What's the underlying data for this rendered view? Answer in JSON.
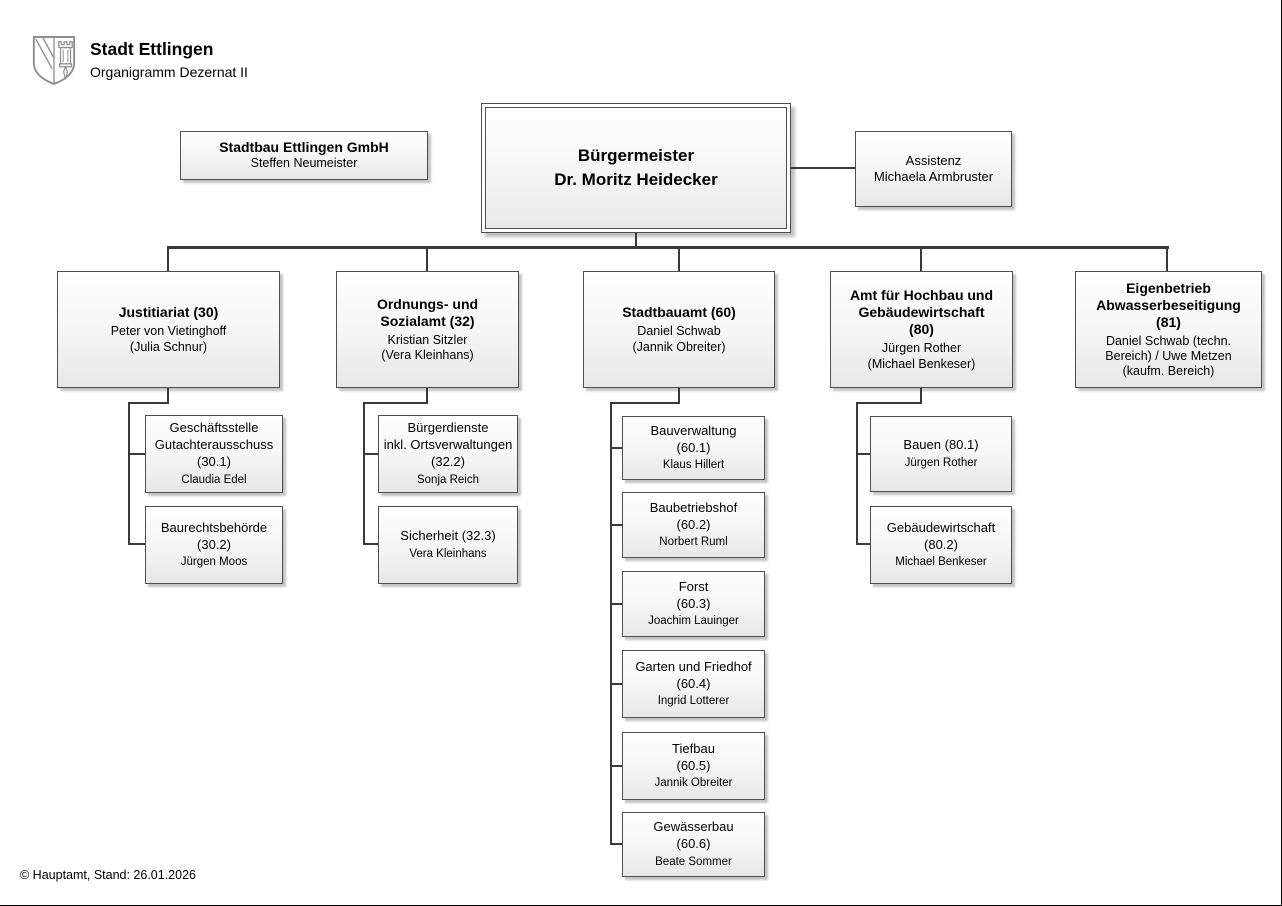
{
  "header": {
    "title": "Stadt Ettlingen",
    "subtitle": "Organigramm Dezernat II",
    "logo_icon": "ettlingen-coat-of-arms"
  },
  "top": {
    "stadtbau": {
      "title": "Stadtbau Ettlingen GmbH",
      "person": "Steffen Neumeister"
    },
    "buergermeister": {
      "text": "Bürgermeister\nDr. Moritz Heidecker"
    },
    "assistenz": {
      "text": "Assistenz\nMichaela Armbruster"
    }
  },
  "departments": [
    {
      "title": "Justitiariat (30)",
      "person": "Peter von Vietinghoff\n(Julia Schnur)",
      "children": [
        {
          "title": "Geschäftsstelle\nGutachterausschuss\n(30.1)",
          "person": "Claudia Edel"
        },
        {
          "title": "Baurechtsbehörde\n(30.2)",
          "person": "Jürgen Moos"
        }
      ]
    },
    {
      "title": "Ordnungs- und\nSozialamt (32)",
      "person": "Kristian Sitzler\n(Vera Kleinhans)",
      "children": [
        {
          "title": "Bürgerdienste\ninkl. Ortsverwaltungen\n(32.2)",
          "person": "Sonja Reich"
        },
        {
          "title": "Sicherheit (32.3)",
          "person": "Vera Kleinhans"
        }
      ]
    },
    {
      "title": "Stadtbauamt (60)",
      "person": "Daniel Schwab\n(Jannik Obreiter)",
      "children": [
        {
          "title": "Bauverwaltung\n(60.1)",
          "person": "Klaus Hillert"
        },
        {
          "title": "Baubetriebshof\n(60.2)",
          "person": "Norbert Ruml"
        },
        {
          "title": "Forst\n(60.3)",
          "person": "Joachim Lauinger"
        },
        {
          "title": "Garten und Friedhof\n(60.4)",
          "person": "Ingrid Lotterer"
        },
        {
          "title": "Tiefbau\n(60.5)",
          "person": "Jannik Obreiter"
        },
        {
          "title": "Gewässerbau\n(60.6)",
          "person": "Beate Sommer"
        }
      ]
    },
    {
      "title": "Amt für Hochbau und\nGebäudewirtschaft\n(80)",
      "person": "Jürgen Rother\n(Michael Benkeser)",
      "children": [
        {
          "title": "Bauen (80.1)",
          "person": "Jürgen Rother"
        },
        {
          "title": "Gebäudewirtschaft\n(80.2)",
          "person": "Michael Benkeser"
        }
      ]
    },
    {
      "title": "Eigenbetrieb\nAbwasserbeseitigung\n(81)",
      "person": "Daniel Schwab (techn.\nBereich) / Uwe Metzen\n(kaufm. Bereich)",
      "children": []
    }
  ],
  "footer": {
    "text": "© Hauptamt, Stand: 26.01.2026"
  },
  "colors": {
    "line": "#3a3a3a",
    "box_border": "#4f4f4f",
    "box_fill_top": "#ffffff",
    "box_fill_bottom": "#e7e7e7"
  }
}
